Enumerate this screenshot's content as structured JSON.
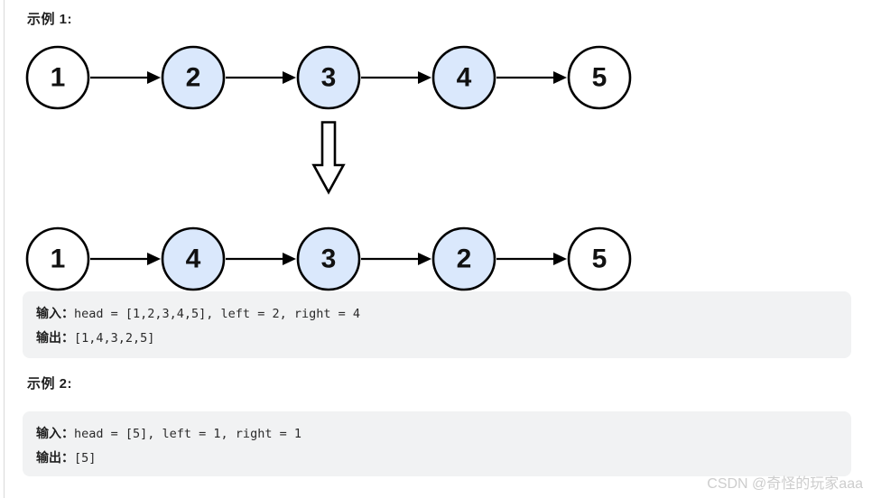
{
  "colors": {
    "node_highlight_fill": "#dae8fc",
    "node_default_fill": "#ffffff",
    "node_stroke": "#000000",
    "arrow_color": "#000000",
    "code_block_bg": "#f1f2f3",
    "left_rule_color": "#d9d9d9",
    "watermark_color": "#cdcdcd"
  },
  "example1": {
    "heading": "示例 1:",
    "diagram": {
      "before": {
        "nodes": [
          {
            "label": "1",
            "highlight": false
          },
          {
            "label": "2",
            "highlight": true
          },
          {
            "label": "3",
            "highlight": true
          },
          {
            "label": "4",
            "highlight": true
          },
          {
            "label": "5",
            "highlight": false
          }
        ]
      },
      "after": {
        "nodes": [
          {
            "label": "1",
            "highlight": false
          },
          {
            "label": "4",
            "highlight": true
          },
          {
            "label": "3",
            "highlight": true
          },
          {
            "label": "2",
            "highlight": true
          },
          {
            "label": "5",
            "highlight": false
          }
        ]
      },
      "transform_icon": "down-arrow"
    },
    "io": {
      "input_label": "输入：",
      "input_code": "head = [1,2,3,4,5], left = 2, right = 4",
      "output_label": "输出：",
      "output_code": "[1,4,3,2,5]"
    }
  },
  "example2": {
    "heading": "示例 2:",
    "io": {
      "input_label": "输入：",
      "input_code": "head = [5], left = 1, right = 1",
      "output_label": "输出：",
      "output_code": "[5]"
    }
  },
  "watermark": "CSDN @奇怪的玩家aaa"
}
